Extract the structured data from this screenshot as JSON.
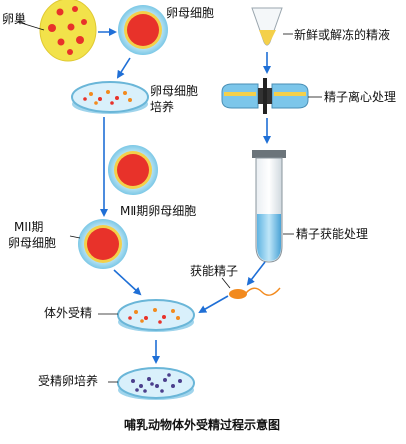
{
  "title": "哺乳动物体外受精过程示意图",
  "labels": {
    "ovary": "卵巢",
    "oocyte": "卵母细胞",
    "oocyte_culture_line1": "卵母细胞",
    "oocyte_culture_line2": "培养",
    "mii_oocyte": "MⅡ期卵母细胞",
    "mii_line1": "MII期",
    "mii_line2": "卵母细胞",
    "fresh_semen": "新鲜或解冻的精液",
    "centrifuge": "精子离心处理",
    "capacitation_treatment": "精子获能处理",
    "capacitated_sperm": "获能精子",
    "in_vitro_fertilization": "体外受精",
    "fertilized_egg_culture": "受精卵培养"
  },
  "colors": {
    "arrow": "#1f6fd6",
    "leader": "#111111",
    "egg_core": "#e8322a",
    "egg_zona": "#f4d04a",
    "egg_halo": "#8fd3ec",
    "ovary": "#f2e24a",
    "dish_rim": "#6ab6d8",
    "dish_fill": "#d9f0fb",
    "tube_liquid": "#7cc6ea",
    "sperm": "#f28a1e"
  }
}
